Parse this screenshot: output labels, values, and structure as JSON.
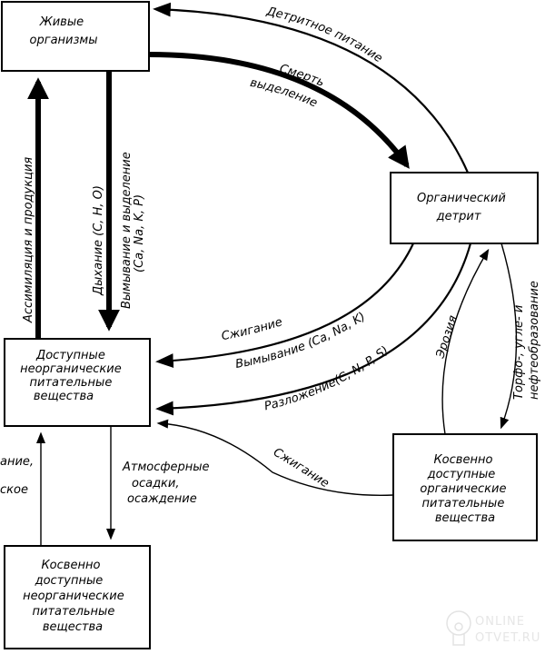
{
  "boxes": {
    "living_organisms": [
      "Живые",
      "организмы"
    ],
    "organic_detritus": [
      "Органический",
      "детрит"
    ],
    "available_inorganic": [
      "Доступные",
      "неорганические",
      "питательные",
      "вещества"
    ],
    "indirect_organic": [
      "Косвенно",
      "доступные",
      "органические",
      "питательные",
      "вещества"
    ],
    "indirect_inorganic": [
      "Косвенно",
      "доступные",
      "неорганические",
      "питательные",
      "вещества"
    ]
  },
  "flows": {
    "detrital_feeding": "Детритное питание",
    "death": "Смерть",
    "excretion": "выделение",
    "assimilation": "Ассимиляция и продукция",
    "respiration": "Дыхание (C, H, O)",
    "leaching_excretion_1": "Вымывание и выделение",
    "leaching_excretion_2": "(Ca, Na, K, P)",
    "burning_top": "Сжигание",
    "leaching": "Вымывание (Ca, Na, K)",
    "decomposition": "Разложение(C, N, P, S)",
    "erosion": "Эрозия",
    "peat_1": "Торфо-, угле- и",
    "peat_2": "нефтеобразование",
    "precipitation": [
      "Атмосферные",
      "осадки,",
      "осаждение"
    ],
    "burning_bottom": "Сжигание",
    "cut_left_1": "ание,",
    "cut_left_2": "ское"
  },
  "watermark": [
    "ONLINE",
    "OTVET.RU"
  ]
}
